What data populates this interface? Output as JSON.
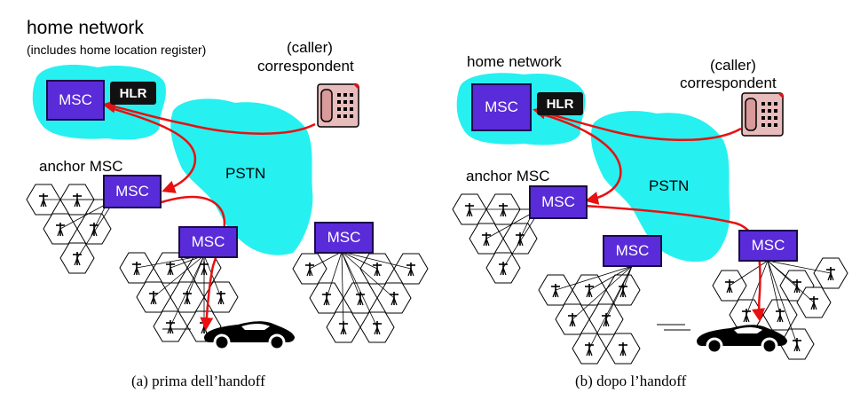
{
  "panel_a": {
    "home_network": "home network",
    "home_network_note": "(includes home location register)",
    "caller": "(caller)",
    "correspondent": "correspondent",
    "hlr": "HLR",
    "pstn": "PSTN",
    "anchor_msc": "anchor MSC",
    "msc_label": "MSC",
    "caption": "(a) prima dell’handoff"
  },
  "panel_b": {
    "home_network": "home network",
    "caller": "(caller)",
    "correspondent": "correspondent",
    "hlr": "HLR",
    "pstn": "PSTN",
    "anchor_msc": "anchor MSC",
    "msc_label": "MSC",
    "caption": "(b) dopo l’handoff"
  },
  "colors": {
    "cloud": "#27f0f0",
    "msc": "#5a2bd8",
    "path": "#e81010",
    "hlr": "#111111"
  }
}
